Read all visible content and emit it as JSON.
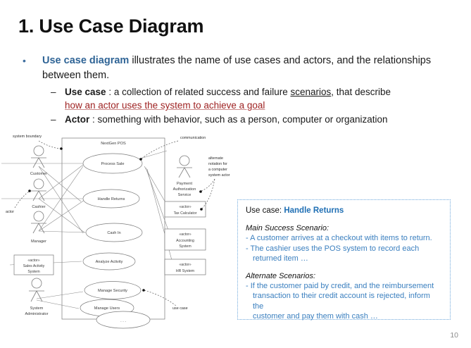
{
  "slide": {
    "title": "1. Use Case Diagram",
    "page_number": "10"
  },
  "bullets": {
    "level1": {
      "marker": "•",
      "keyword": "Use case diagram",
      "rest": " illustrates the name of use cases and actors, and the relationships between them."
    },
    "use_case": {
      "marker": "–",
      "term": "Use case",
      "sep": " : a collection of related success and failure ",
      "underlined": "scenarios",
      "tail": ", that describe",
      "red_line": "how an actor uses the system to achieve a goal"
    },
    "actor": {
      "marker": "–",
      "term": "Actor",
      "rest": " : something with behavior, such as a person, computer or organization"
    }
  },
  "diagram": {
    "annotations": {
      "system_boundary": "system boundary",
      "communication": "communication",
      "actor": "actor",
      "use_case": "use case",
      "alternate_notation": [
        "alternate",
        "notation for",
        "a computer",
        "system actor"
      ]
    },
    "boundary_label": "NextGen POS",
    "left_actors": [
      {
        "name": "Customer",
        "kind": "stick"
      },
      {
        "name": "Cashier",
        "kind": "stick"
      },
      {
        "name": "Manager",
        "kind": "stick"
      },
      {
        "stereotype": "«actor»",
        "name_lines": [
          "Sales Activity",
          "System"
        ],
        "kind": "box"
      },
      {
        "name_lines": [
          "System",
          "Administrator"
        ],
        "kind": "stick"
      }
    ],
    "use_cases": [
      "Process Sale",
      "Handle Returns",
      "Cash In",
      "Analyze Activity",
      "Manage Security",
      "Manage Users",
      ". . ."
    ],
    "right_actors": [
      {
        "kind": "stick",
        "name_lines": [
          "Payment",
          "Authorization",
          "Service"
        ]
      },
      {
        "kind": "box",
        "stereotype": "«actor»",
        "name_lines": [
          "Tax Calculator"
        ]
      },
      {
        "kind": "box",
        "stereotype": "«actor»",
        "name_lines": [
          "Accounting",
          "System"
        ]
      },
      {
        "kind": "box",
        "stereotype": "«actor»",
        "name_lines": [
          "HR System"
        ]
      }
    ]
  },
  "usecase_box": {
    "label": "Use case: ",
    "name": "Handle Returns",
    "main_heading": "Main Success Scenario:",
    "main_lines": [
      "- A customer arrives at a checkout with items to return.",
      "- The cashier uses the POS system to record each",
      "returned item …"
    ],
    "alt_heading": "Alternate Scenarios:",
    "alt_lines": [
      "- If the customer paid by credit, and the reimbursement",
      "transaction to their credit account is rejected, inform the",
      "customer and pay them with cash …"
    ]
  },
  "colors": {
    "keyword_blue": "#2f6496",
    "red": "#9e2222",
    "box_blue": "#3a7fbf",
    "title_blue": "#1f6fb4"
  }
}
